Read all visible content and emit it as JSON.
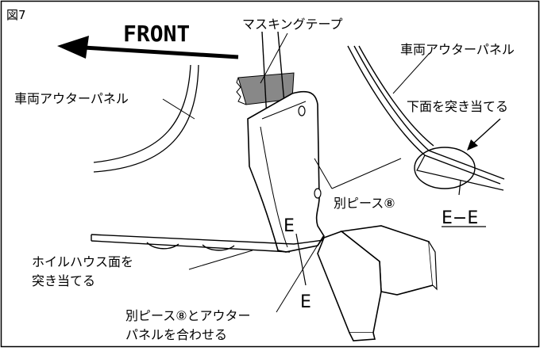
{
  "figure": {
    "number": "図7",
    "labels": {
      "front": "FRONT",
      "masking_tape": "マスキングテープ",
      "outer_panel_right": "車両アウターパネル",
      "outer_panel_left": "車両アウターパネル",
      "bottom_contact": "下面を突き当てる",
      "separate_piece": "別ピース⑧",
      "section_mark": "E−E",
      "wheelhouse_line1": "ホイルハウス面を",
      "wheelhouse_line2": "突き当てる",
      "align_line1": "別ピース⑧とアウター",
      "align_line2": "パネルを合わせる",
      "e_top": "E",
      "e_bottom": "E"
    }
  }
}
